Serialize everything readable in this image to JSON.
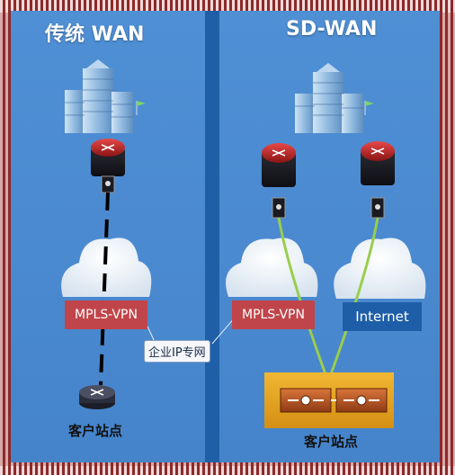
{
  "left": {
    "title": "传统 WAN",
    "cloud_label": "MPLS-VPN",
    "site_label": "客户站点"
  },
  "right": {
    "title": "SD-WAN",
    "cloud_label_1": "MPLS-VPN",
    "cloud_label_2": "Internet",
    "site_label": "客户站点"
  },
  "callout": "企业IP专网",
  "colors": {
    "panel_blue": "#4a89cf",
    "divider_blue": "#1f5fa8",
    "mpls_red": "#c0454a",
    "internet_blue": "#1e5ea8",
    "link_green": "#9acd4e",
    "site_gold": "#e3a020"
  }
}
